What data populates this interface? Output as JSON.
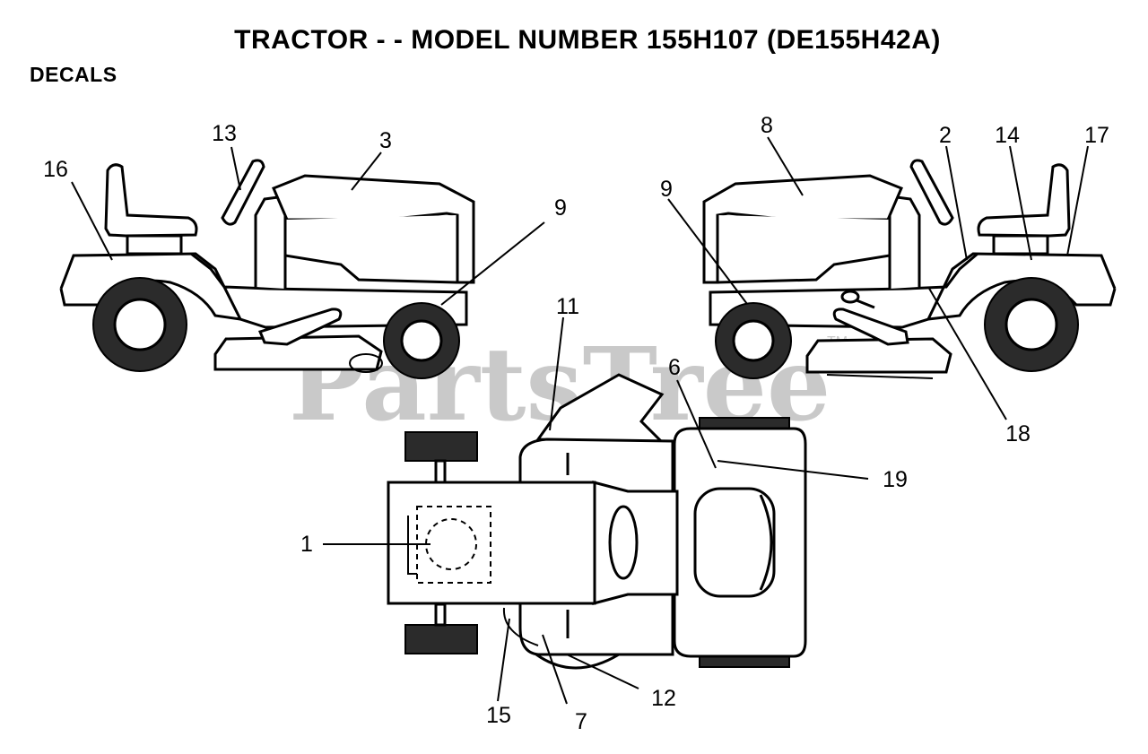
{
  "header": {
    "title": "TRACTOR - - MODEL NUMBER 155H107 (DE155H42A)",
    "section": "DECALS"
  },
  "watermark": {
    "text": "PartsTree",
    "trademark": "TM"
  },
  "callouts": {
    "c1": "1",
    "c2": "2",
    "c3": "3",
    "c6": "6",
    "c7": "7",
    "c8": "8",
    "c9_left": "9",
    "c9_right": "9",
    "c11": "11",
    "c12": "12",
    "c13": "13",
    "c14": "14",
    "c15": "15",
    "c16": "16",
    "c17": "17",
    "c18": "18",
    "c19": "19"
  },
  "colors": {
    "ink": "#000000",
    "watermark": "#c9c9c9",
    "tire": "#2b2b2b"
  }
}
